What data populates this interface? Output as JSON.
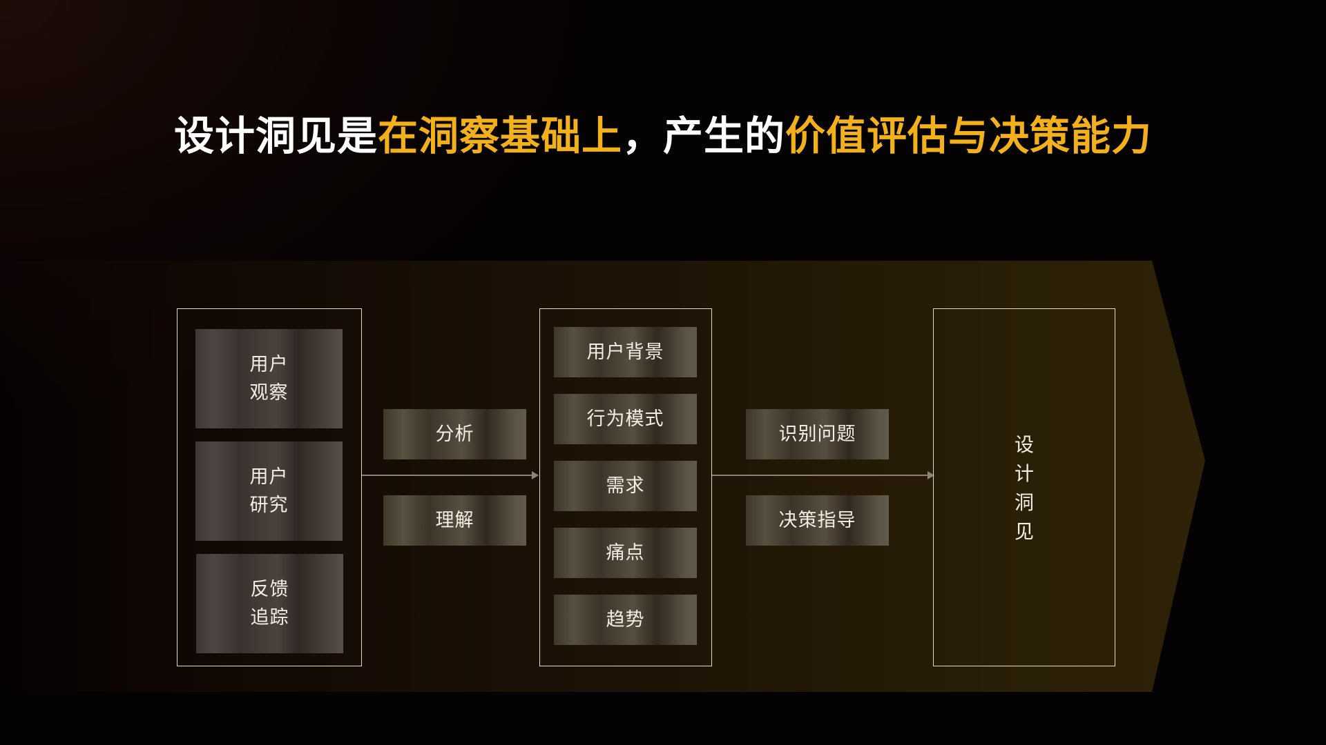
{
  "title": {
    "segments": [
      {
        "text": "设计洞见是",
        "highlight": false
      },
      {
        "text": "在洞察基础上",
        "highlight": true
      },
      {
        "text": "，产生的",
        "highlight": false
      },
      {
        "text": "价值评估与决策能力",
        "highlight": true
      }
    ],
    "colors": {
      "normal": "#ffffff",
      "highlight": "#f2b11c"
    }
  },
  "diagram": {
    "band_color": "#2b2007",
    "inputs": {
      "items": [
        {
          "line1": "用户",
          "line2": "观察"
        },
        {
          "line1": "用户",
          "line2": "研究"
        },
        {
          "line1": "反馈",
          "line2": "追踪"
        }
      ]
    },
    "process_1": {
      "labels": [
        "分析",
        "理解"
      ]
    },
    "insights": {
      "items": [
        "用户背景",
        "行为模式",
        "需求",
        "痛点",
        "趋势"
      ]
    },
    "process_2": {
      "labels": [
        "识别问题",
        "决策指导"
      ]
    },
    "output": {
      "chars": [
        "设",
        "计",
        "洞",
        "见"
      ]
    }
  }
}
